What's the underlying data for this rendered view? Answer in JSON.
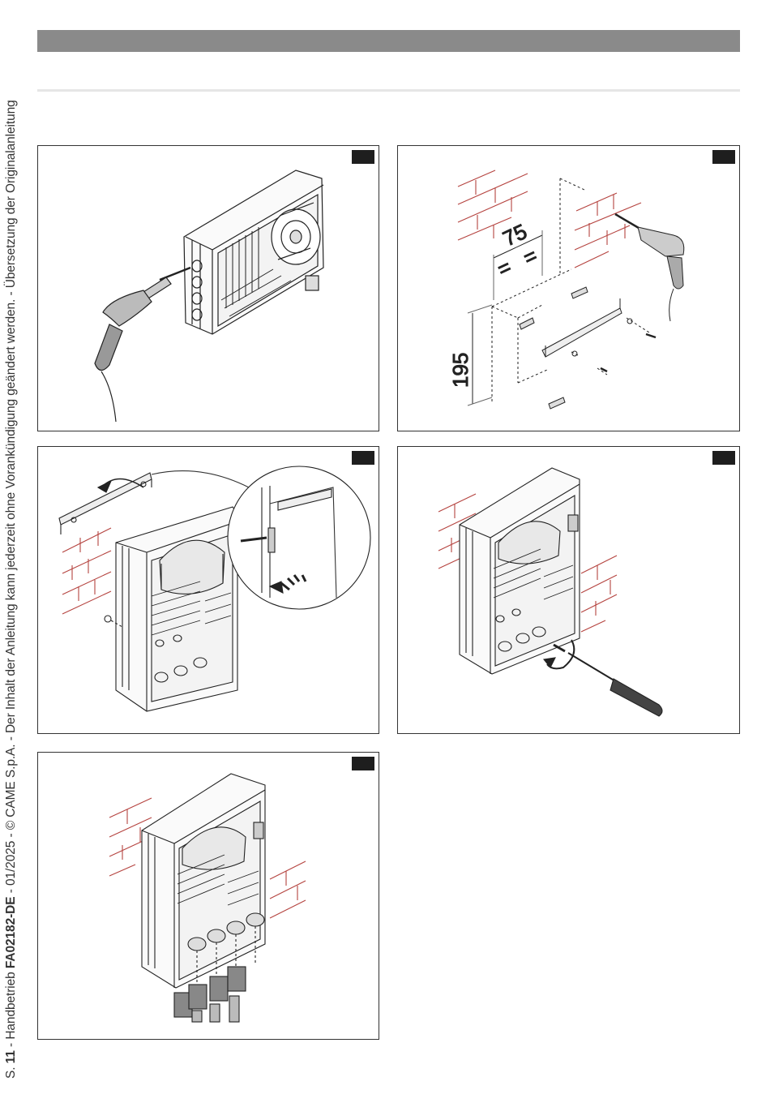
{
  "footer": {
    "page_prefix": "S. ",
    "page_number": "11",
    "manual_prefix": " - Handbetrieb ",
    "document_code": "FA02182-DE",
    "remainder": " - 01/2025 - © CAME S.p.A. - Der Inhalt der Anleitung kann jederzeit ohne Vorankündigung geändert werden. - Übersetzung der Originalanleitung"
  },
  "figures": [
    {
      "id": "fig-1",
      "icon": "drill-box-knockouts-icon"
    },
    {
      "id": "fig-2",
      "icon": "wall-drilling-dimensions-icon",
      "dimension_horizontal": "75",
      "dimension_vertical": "195",
      "equal_mark_left": "=",
      "equal_mark_right": "="
    },
    {
      "id": "fig-3",
      "icon": "hang-box-on-rail-icon"
    },
    {
      "id": "fig-4",
      "icon": "screw-box-to-wall-icon"
    },
    {
      "id": "fig-5",
      "icon": "cable-glands-icon"
    }
  ],
  "colors": {
    "header_bar": "#8a8a8a",
    "brick_lines": "#b5433f",
    "figure_tag": "#1e1e1e"
  }
}
